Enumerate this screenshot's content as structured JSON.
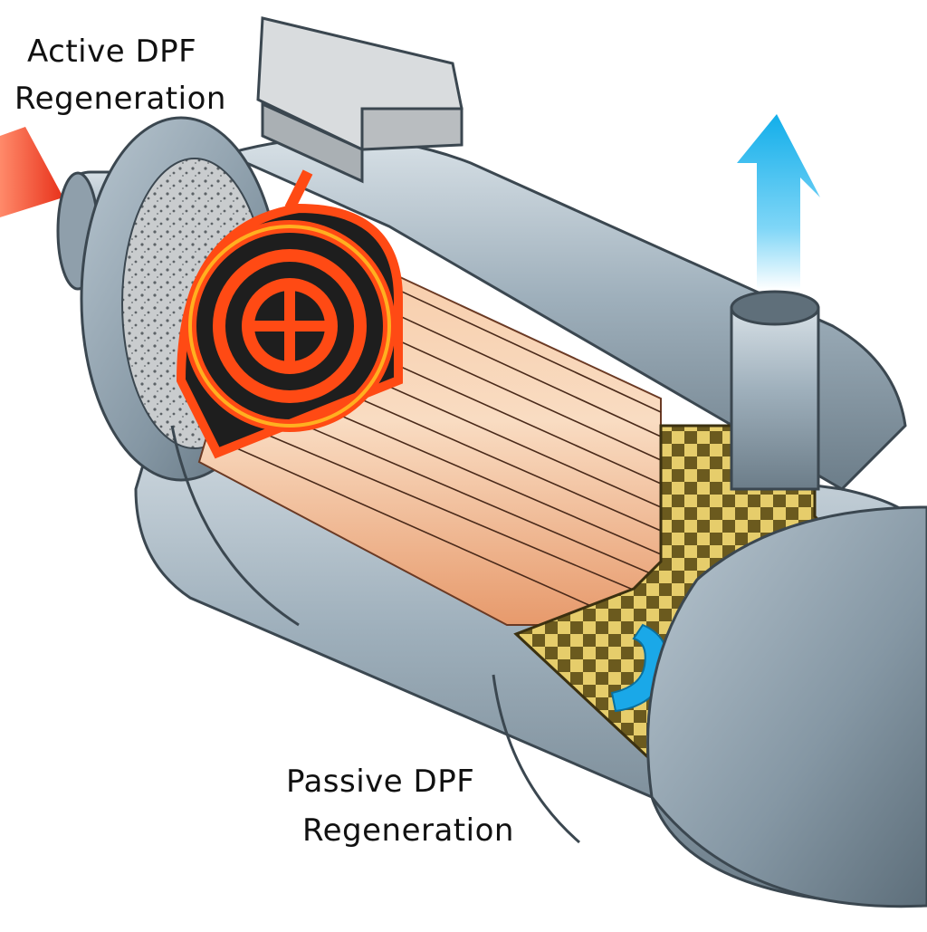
{
  "labels": {
    "active_line1": "Active  DPF",
    "active_line2": "Regeneration",
    "passive_line1": "Passive DPF",
    "passive_line2": "Regeneration"
  },
  "colors": {
    "inlet_arrow": "#ee3b22",
    "outlet_arrow": "#19b4ee",
    "heater_coil": "#ff4a14",
    "heater_glow": "#ffb020",
    "filter_channels": "#f2b48a",
    "checker_dark": "#6b5a1e",
    "checker_light": "#e8cf6a",
    "steel": "#a9b6c0",
    "steel_dark": "#5f6f7a",
    "flow_swirl": "#1aa8e8",
    "background": "#ffffff"
  },
  "icons": {
    "inlet": "inlet-arrow-icon",
    "outlet": "outlet-arrow-icon",
    "heater": "heating-coil-icon",
    "swirl": "flow-swirl-icon"
  }
}
